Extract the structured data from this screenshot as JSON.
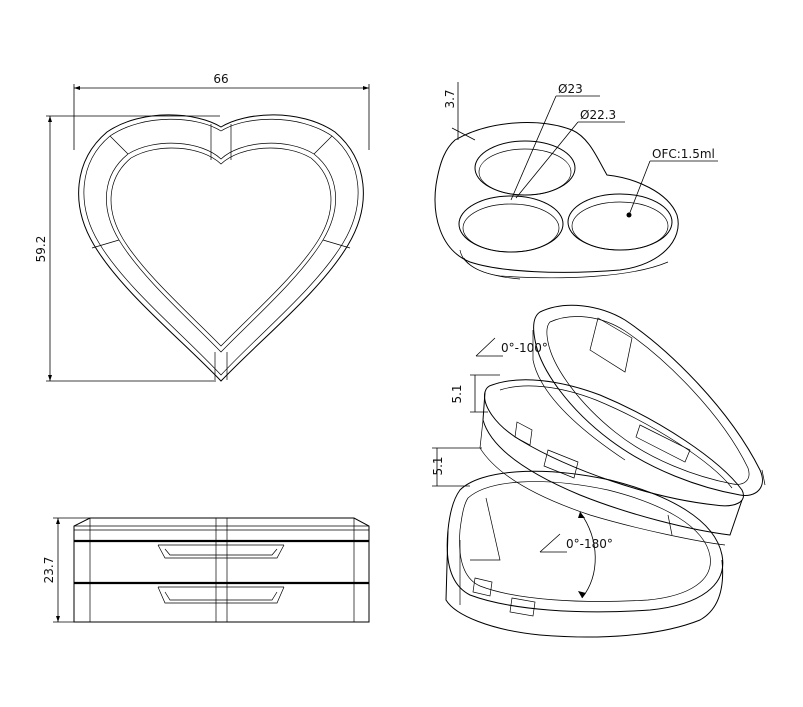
{
  "dimensions": {
    "width": "66",
    "height": "59.2",
    "depth": "23.7",
    "well_depth": "3.7",
    "outer_diameter": "Ø23",
    "inner_diameter": "Ø22.3",
    "capacity": "OFC:1.5ml",
    "step_upper": "5.1",
    "step_lower": "5.1"
  },
  "angles": {
    "upper_hinge": "0°-100°",
    "lower_hinge": "0°-180°"
  }
}
